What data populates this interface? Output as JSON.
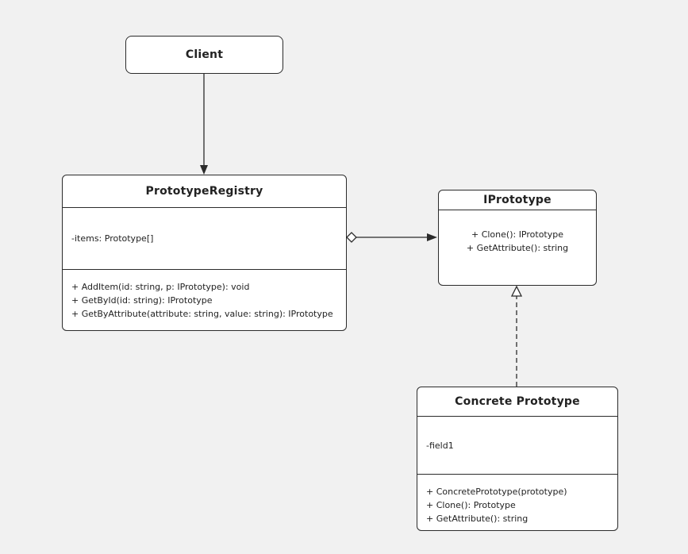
{
  "colors": {
    "background": "#f1f1f1",
    "box_fill": "#ffffff",
    "stroke": "#2b2b2b"
  },
  "client": {
    "title": "Client"
  },
  "registry": {
    "title": "PrototypeRegistry",
    "attributes": [
      "-items: Prototype[]"
    ],
    "operations": [
      "+ AddItem(id: string, p: IPrototype): void",
      "+ GetById(id: string): IPrototype",
      "+ GetByAttribute(attribute: string, value: string): IPrototype"
    ]
  },
  "iprototype": {
    "title": "IPrototype",
    "operations": [
      "+ Clone(): IPrototype",
      "+ GetAttribute(): string"
    ]
  },
  "concrete": {
    "title": "Concrete Prototype",
    "attributes": [
      "-field1"
    ],
    "operations": [
      "+ ConcretePrototype(prototype)",
      "+ Clone(): Prototype",
      "+ GetAttribute(): string"
    ]
  },
  "relationships": [
    {
      "from": "client",
      "to": "registry",
      "kind": "association"
    },
    {
      "from": "registry",
      "to": "iprototype",
      "kind": "aggregation"
    },
    {
      "from": "concrete",
      "to": "iprototype",
      "kind": "realization"
    }
  ]
}
